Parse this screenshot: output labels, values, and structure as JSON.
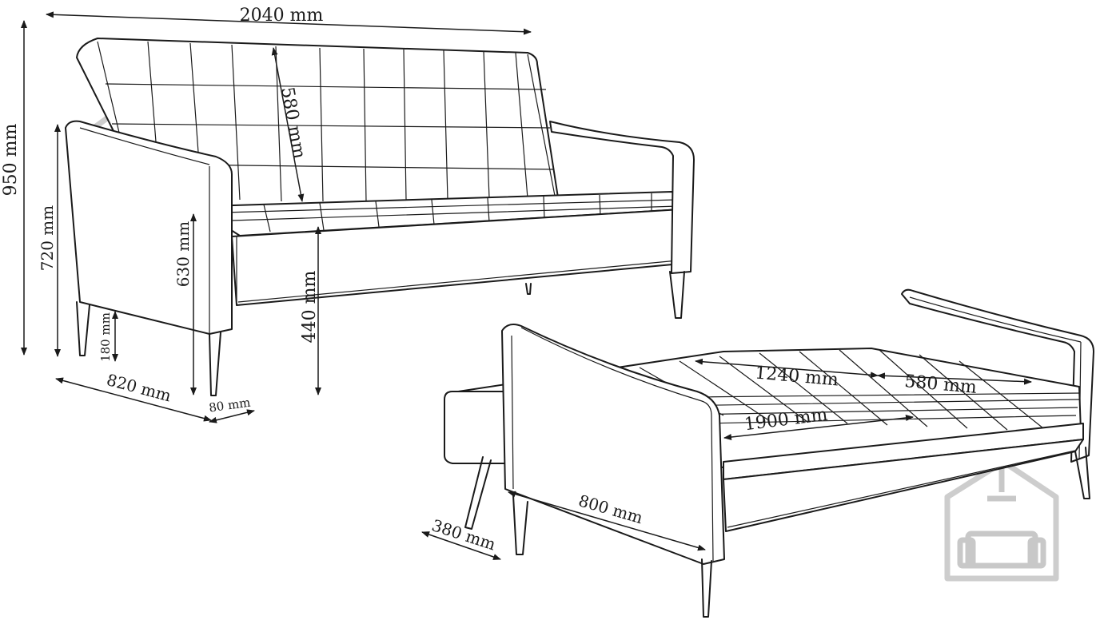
{
  "dimensions": {
    "sofa_width": "2040 mm",
    "sofa_height": "950 mm",
    "armrest_height": "720 mm",
    "backrest_height": "580 mm",
    "arm_front_height": "630 mm",
    "seat_height": "440 mm",
    "leg_height": "180 mm",
    "sofa_depth": "820 mm",
    "arm_width": "80 mm",
    "bed_length_total": "1900 mm",
    "bed_length_seat": "1240 mm",
    "bed_length_back": "580 mm",
    "bed_width": "800 mm",
    "base_width": "380 mm"
  },
  "logos": [
    {
      "icon": "house-sofa-logo-icon",
      "color": "#c8c8c8"
    },
    {
      "icon": "house-sofa-logo-icon",
      "color": "#c8c8c8"
    }
  ]
}
